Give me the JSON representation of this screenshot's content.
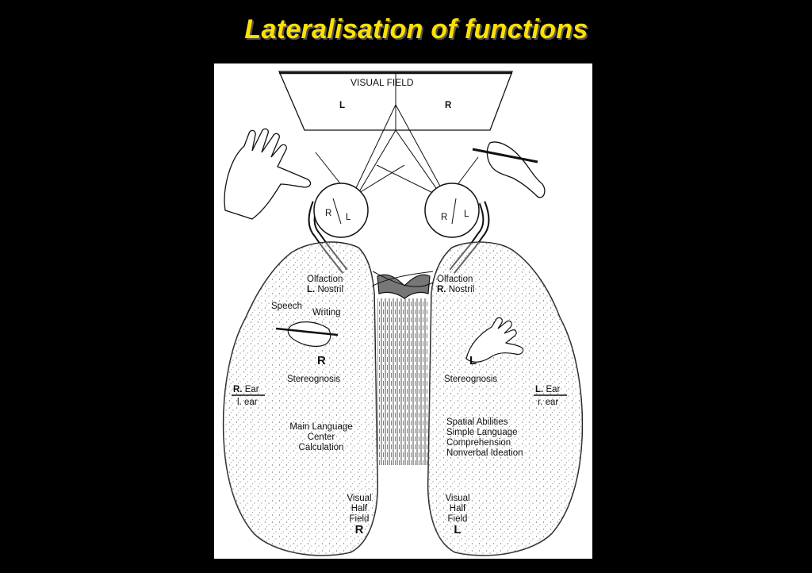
{
  "slide": {
    "title": "Lateralisation of functions"
  },
  "figure": {
    "visual_field": {
      "label": "VISUAL FIELD",
      "left": "L",
      "right": "R"
    },
    "left_eye": {
      "r": "R",
      "l": "L"
    },
    "right_eye": {
      "r": "R",
      "l": "L"
    },
    "left_hemisphere": {
      "olfaction": "Olfaction",
      "nostril_side": "L.",
      "nostril": "Nostril",
      "speech": "Speech",
      "writing": "Writing",
      "side_letter": "R",
      "stereognosis": "Stereognosis",
      "ear_strong_side": "R.",
      "ear_strong": "Ear",
      "ear_weak": "l. ear",
      "language_1": "Main Language",
      "language_2": "Center",
      "language_3": "Calculation",
      "visual_1": "Visual",
      "visual_2": "Half",
      "visual_3": "Field",
      "visual_side": "R"
    },
    "right_hemisphere": {
      "olfaction": "Olfaction",
      "nostril_side": "R.",
      "nostril": "Nostril",
      "side_letter": "L",
      "stereognosis": "Stereognosis",
      "ear_strong_side": "L.",
      "ear_strong": "Ear",
      "ear_weak": "r. ear",
      "abilities_1": "Spatial Abilities",
      "abilities_2": "Simple Language",
      "abilities_3": "Comprehension",
      "abilities_4": "Nonverbal Ideation",
      "visual_1": "Visual",
      "visual_2": "Half",
      "visual_3": "Field",
      "visual_side": "L"
    }
  }
}
